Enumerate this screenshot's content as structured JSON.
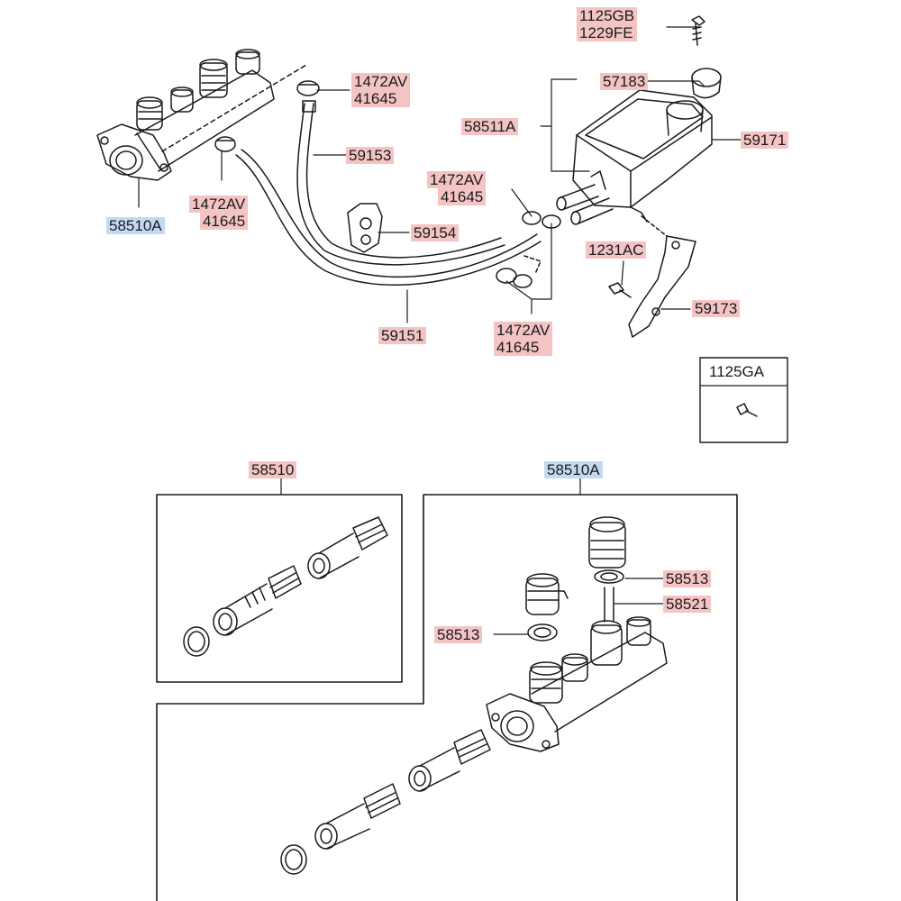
{
  "colors": {
    "part_label_bg": "#f4c4c4",
    "assembly_label_bg": "#c5d8f2",
    "line": "#1a1a1a"
  },
  "labels": {
    "l_1125GB": "1125GB",
    "l_1229FE": "1229FE",
    "l_57183": "57183",
    "l_58511A": "58511A",
    "l_59171": "59171",
    "l_1472AV_top": "1472AV",
    "l_41645_top": "41645",
    "l_59153": "59153",
    "l_1472AV_left": "1472AV",
    "l_41645_left": "41645",
    "l_58510A_top": "58510A",
    "l_1472AV_mid": "1472AV",
    "l_41645_mid": "41645",
    "l_59154": "59154",
    "l_1231AC": "1231AC",
    "l_59173": "59173",
    "l_59151": "59151",
    "l_1472AV_bot": "1472AV",
    "l_41645_bot": "41645",
    "l_1125GA": "1125GA",
    "l_58510": "58510",
    "l_58510A_bot": "58510A",
    "l_58513_a": "58513",
    "l_58521": "58521",
    "l_58513_b": "58513"
  }
}
